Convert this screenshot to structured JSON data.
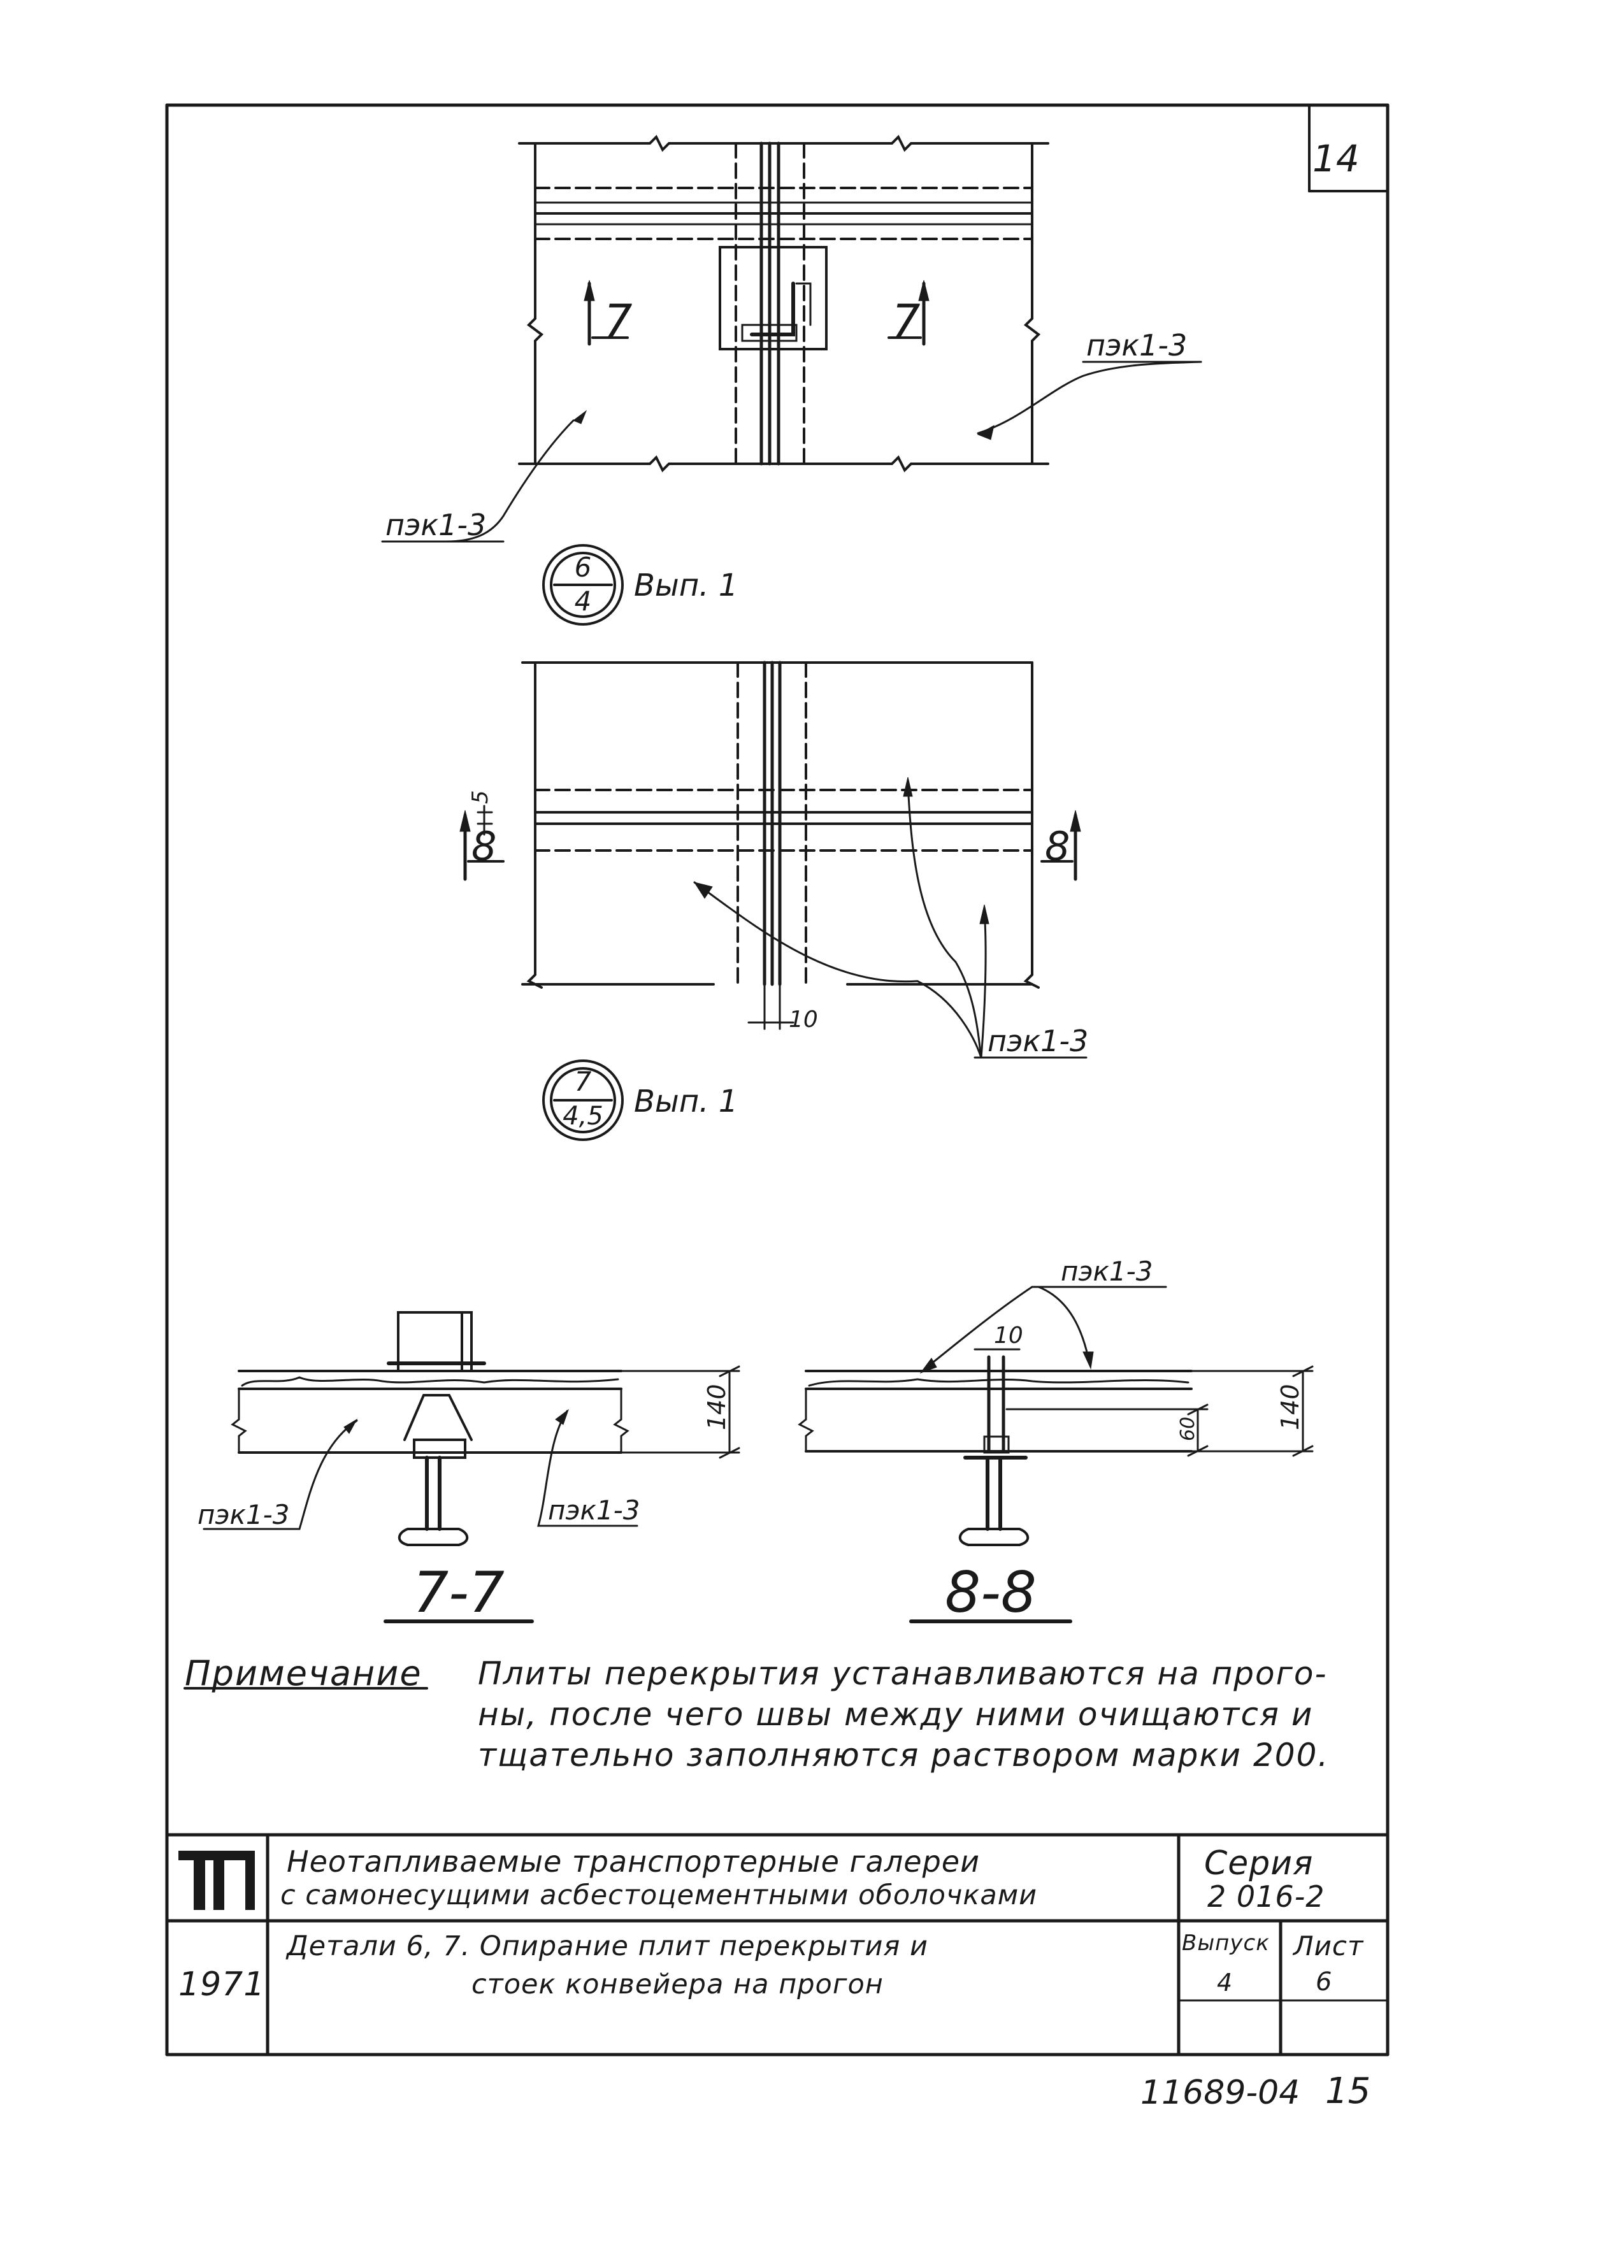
{
  "sheet_number": "14",
  "plan_upper": {
    "section_mark_left": "7",
    "section_mark_right": "7",
    "label_right": "пэк1-3",
    "label_left": "пэк1-3"
  },
  "detail_6": {
    "number": "6",
    "sheet": "4",
    "issue": "Вып. 1"
  },
  "plan_lower": {
    "section_mark_left": "8",
    "section_mark_right": "8",
    "dim_gap": "5",
    "dim_joint": "10",
    "label": "пэк1-3"
  },
  "detail_7": {
    "number": "7",
    "sheet": "4,5",
    "issue": "Вып. 1"
  },
  "section_7": {
    "label_left": "пэк1-3",
    "label_right": "пэк1-3",
    "dim_thickness": "140",
    "title": "7-7"
  },
  "section_8": {
    "label_top": "пэк1-3",
    "dim_joint": "10",
    "dim_inner": "60",
    "dim_thickness": "140",
    "title": "8-8"
  },
  "note": {
    "title": "Примечание",
    "lines": [
      "Плиты перекрытия устанавливаются на прого-",
      "ны, после чего швы между ними очищаются и",
      "тщательно заполняются раствором марки 200."
    ]
  },
  "title_block": {
    "logo": "ТП",
    "year": "1971",
    "title_line1": "Неотапливаемые транспортерные галереи",
    "title_line2": "с самонесущими асбестоцементными оболочками",
    "series_label": "Серия",
    "series_value": "2 016-2",
    "detail_line1": "Детали 6, 7. Опирание плит перекрытия и",
    "detail_line2": "стоек конвейера на прогон",
    "issue_label": "Выпуск",
    "issue_value": "4",
    "sheet_label": "Лист",
    "sheet_value": "6"
  },
  "footer": {
    "code": "11689-04",
    "page": "15"
  }
}
